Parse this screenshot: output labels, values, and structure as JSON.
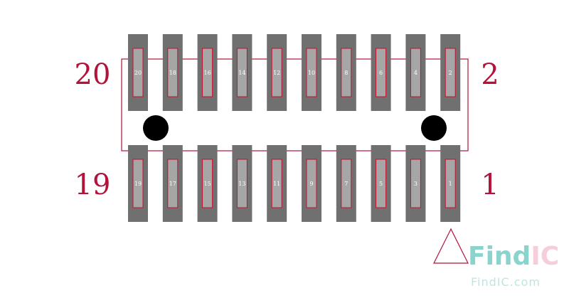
{
  "diagram": {
    "top_row_pins": [
      "20",
      "18",
      "16",
      "14",
      "12",
      "10",
      "8",
      "6",
      "4",
      "2"
    ],
    "bottom_row_pins": [
      "19",
      "17",
      "15",
      "13",
      "11",
      "9",
      "7",
      "5",
      "3",
      "1"
    ],
    "corner_labels": {
      "top_left": "20",
      "top_right": "2",
      "bottom_left": "19",
      "bottom_right": "1"
    },
    "colors": {
      "pad": "#707070",
      "pad_inner": "#a6a6a6",
      "outline": "#b3123a",
      "hole": "#000000",
      "watermark_main": "#7fd0c8",
      "watermark_accent": "#f3c9d6"
    },
    "watermark": {
      "brand_part1": "Find",
      "brand_part2": "IC",
      "url": "FindIC.com"
    }
  }
}
